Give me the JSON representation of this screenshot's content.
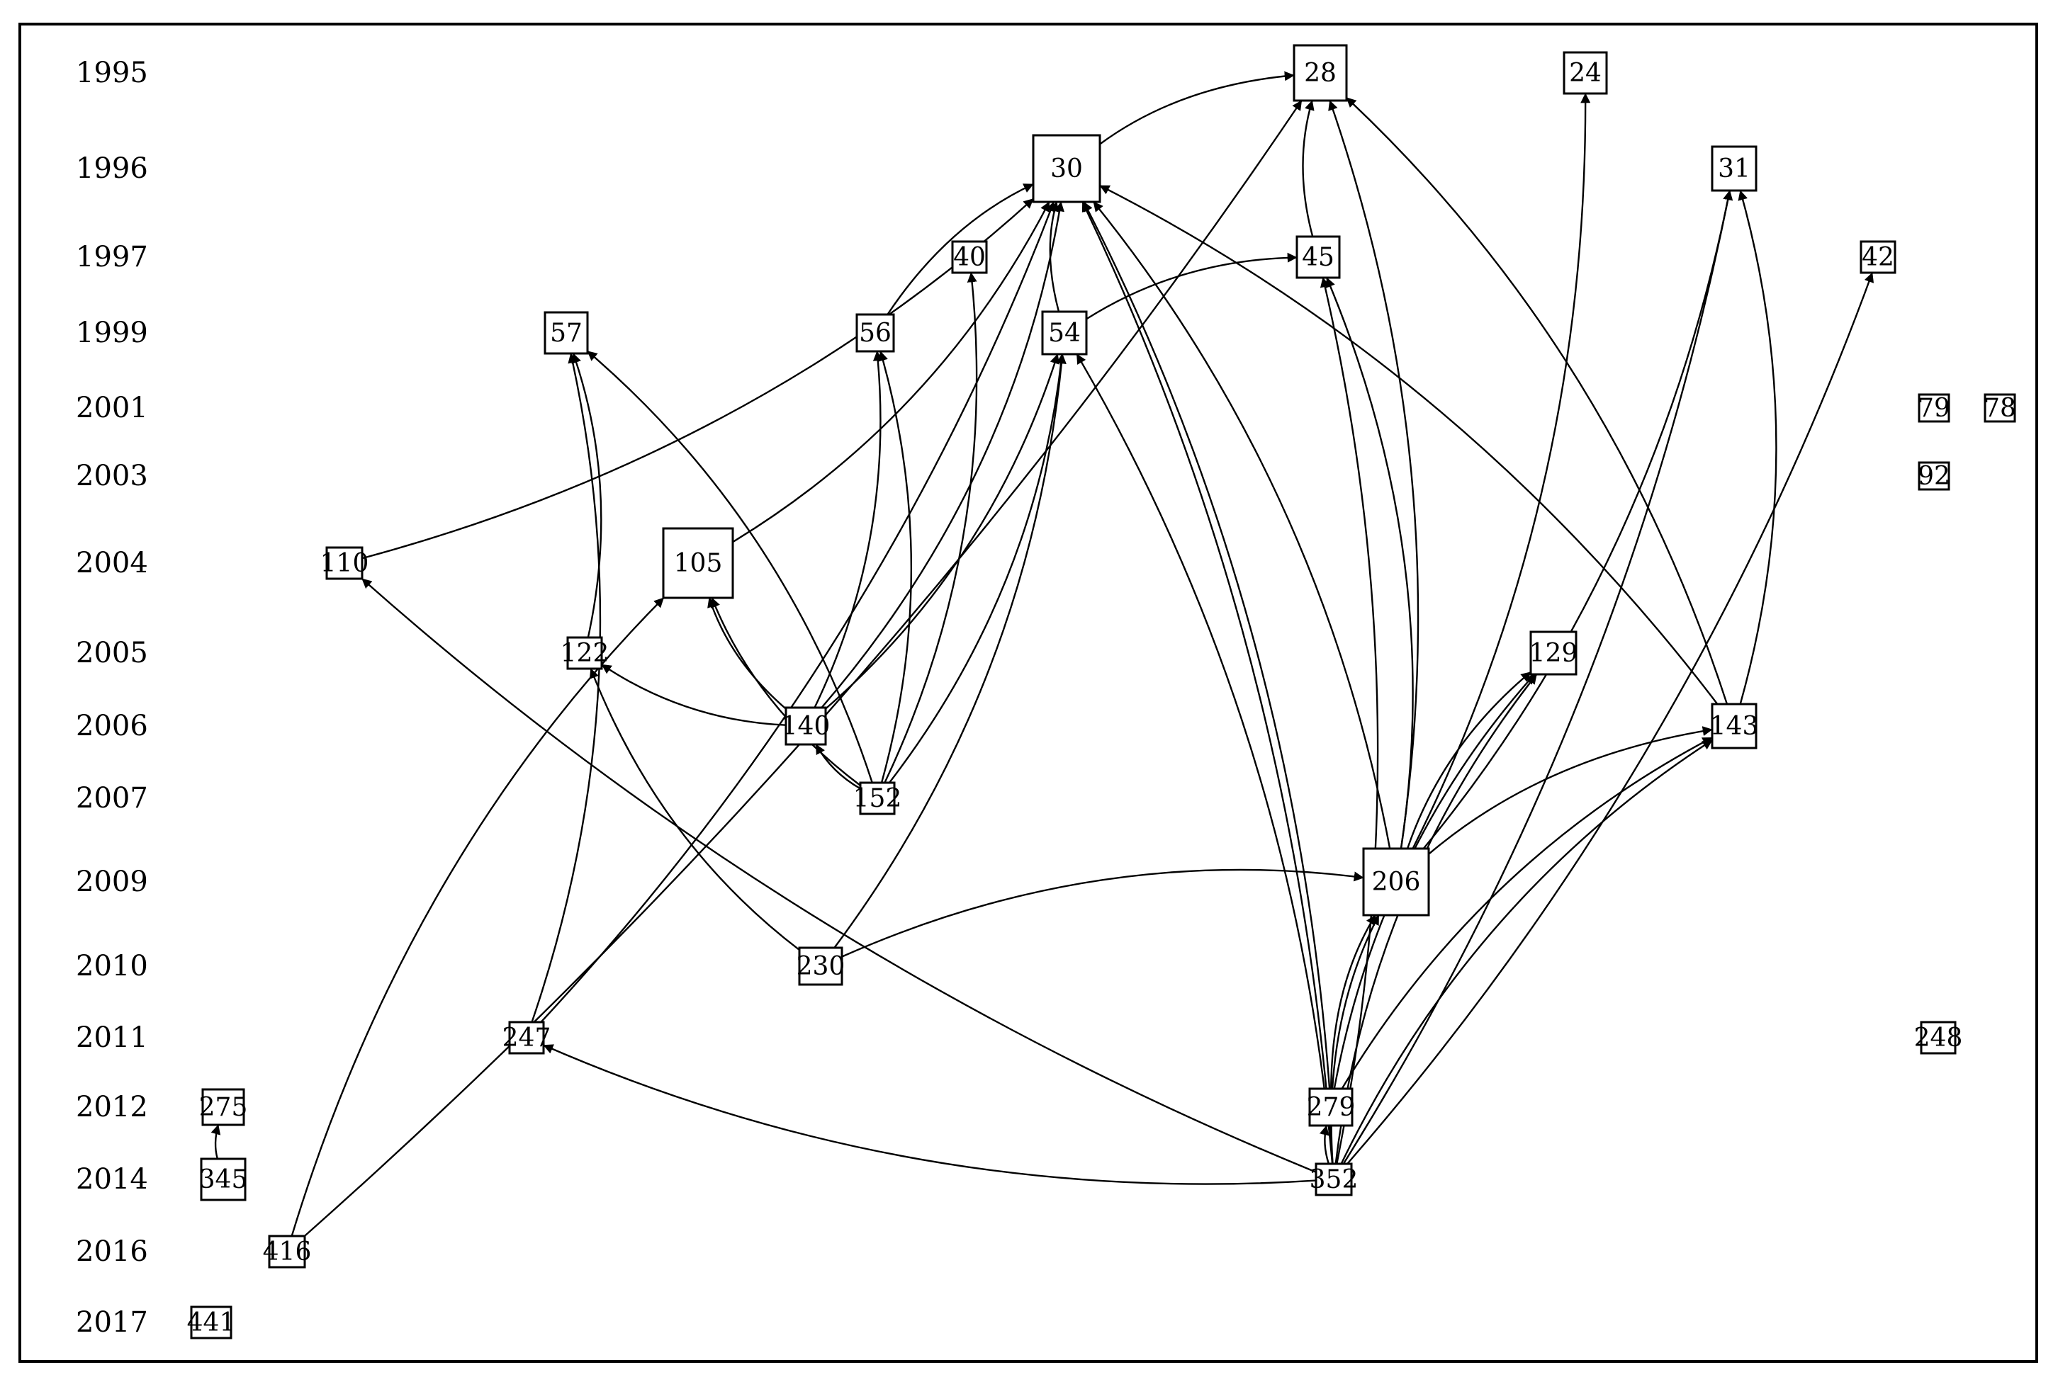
{
  "years": [
    "1995",
    "1996",
    "1997",
    "1999",
    "2001",
    "2003",
    "2004",
    "2005",
    "2006",
    "2007",
    "2009",
    "2010",
    "2011",
    "2012",
    "2014",
    "2016",
    "2017"
  ],
  "nodes": [
    {
      "id": "n28",
      "label": "28"
    },
    {
      "id": "n24",
      "label": "24"
    },
    {
      "id": "n30",
      "label": "30"
    },
    {
      "id": "n31",
      "label": "31"
    },
    {
      "id": "n40",
      "label": "40"
    },
    {
      "id": "n45",
      "label": "45"
    },
    {
      "id": "n42",
      "label": "42"
    },
    {
      "id": "n57",
      "label": "57"
    },
    {
      "id": "n56",
      "label": "56"
    },
    {
      "id": "n54",
      "label": "54"
    },
    {
      "id": "n79",
      "label": "79"
    },
    {
      "id": "n78",
      "label": "78"
    },
    {
      "id": "n92",
      "label": "92"
    },
    {
      "id": "n110",
      "label": "110"
    },
    {
      "id": "n105",
      "label": "105"
    },
    {
      "id": "n122",
      "label": "122"
    },
    {
      "id": "n129",
      "label": "129"
    },
    {
      "id": "n140",
      "label": "140"
    },
    {
      "id": "n143",
      "label": "143"
    },
    {
      "id": "n152",
      "label": "152"
    },
    {
      "id": "n206",
      "label": "206"
    },
    {
      "id": "n230",
      "label": "230"
    },
    {
      "id": "n247",
      "label": "247"
    },
    {
      "id": "n248",
      "label": "248"
    },
    {
      "id": "n275",
      "label": "275"
    },
    {
      "id": "n279",
      "label": "279"
    },
    {
      "id": "n345",
      "label": "345"
    },
    {
      "id": "n352",
      "label": "352"
    },
    {
      "id": "n416",
      "label": "416"
    },
    {
      "id": "n441",
      "label": "441"
    }
  ],
  "edges": [
    [
      "n30",
      "n28"
    ],
    [
      "n45",
      "n28"
    ],
    [
      "n206",
      "n28"
    ],
    [
      "n143",
      "n28"
    ],
    [
      "n416",
      "n28"
    ],
    [
      "n54",
      "n30"
    ],
    [
      "n56",
      "n30"
    ],
    [
      "n105",
      "n30"
    ],
    [
      "n140",
      "n30"
    ],
    [
      "n247",
      "n30"
    ],
    [
      "n110",
      "n30"
    ],
    [
      "n206",
      "n30"
    ],
    [
      "n279",
      "n30"
    ],
    [
      "n352",
      "n30"
    ],
    [
      "n143",
      "n30"
    ],
    [
      "n54",
      "n45"
    ],
    [
      "n206",
      "n45"
    ],
    [
      "n352",
      "n45"
    ],
    [
      "n206",
      "n24"
    ],
    [
      "n143",
      "n31"
    ],
    [
      "n206",
      "n31"
    ],
    [
      "n352",
      "n31"
    ],
    [
      "n352",
      "n42"
    ],
    [
      "n152",
      "n40"
    ],
    [
      "n122",
      "n57"
    ],
    [
      "n247",
      "n57"
    ],
    [
      "n152",
      "n57"
    ],
    [
      "n140",
      "n56"
    ],
    [
      "n152",
      "n56"
    ],
    [
      "n140",
      "n54"
    ],
    [
      "n152",
      "n54"
    ],
    [
      "n230",
      "n54"
    ],
    [
      "n352",
      "n54"
    ],
    [
      "n140",
      "n105"
    ],
    [
      "n152",
      "n105"
    ],
    [
      "n416",
      "n105"
    ],
    [
      "n352",
      "n110"
    ],
    [
      "n140",
      "n122"
    ],
    [
      "n230",
      "n122"
    ],
    [
      "n152",
      "n140"
    ],
    [
      "n206",
      "n129"
    ],
    [
      "n279",
      "n129"
    ],
    [
      "n352",
      "n129"
    ],
    [
      "n206",
      "n143"
    ],
    [
      "n279",
      "n143"
    ],
    [
      "n352",
      "n143"
    ],
    [
      "n230",
      "n206"
    ],
    [
      "n279",
      "n206"
    ],
    [
      "n352",
      "n206"
    ],
    [
      "n352",
      "n247"
    ],
    [
      "n352",
      "n279"
    ],
    [
      "n345",
      "n275"
    ]
  ]
}
